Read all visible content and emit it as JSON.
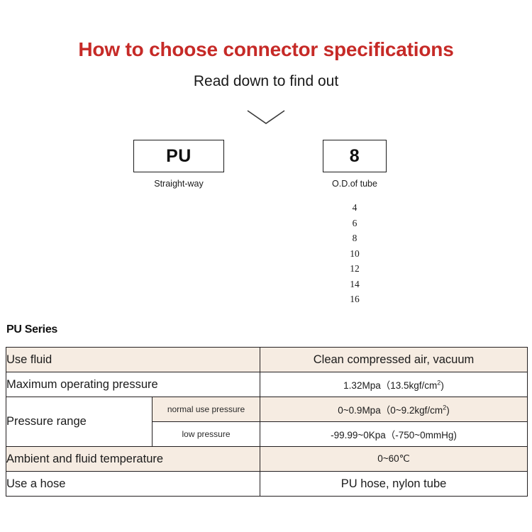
{
  "header": {
    "title": "How to choose connector specifications",
    "subtitle": "Read down to find out",
    "title_color": "#c62a27",
    "chevron_icon": "chevron-down-icon"
  },
  "code_breakdown": {
    "items": [
      {
        "code": "PU",
        "caption": "Straight-way"
      },
      {
        "code": "8",
        "caption": "O.D.of tube"
      }
    ],
    "tube_sizes": [
      "4",
      "6",
      "8",
      "10",
      "12",
      "14",
      "16"
    ]
  },
  "spec_section": {
    "heading": "PU Series",
    "row_shade_color": "#f6ece2",
    "rows": [
      {
        "label": "Use fluid",
        "value": "Clean compressed air, vacuum",
        "shaded": true,
        "value_size": "large"
      },
      {
        "label": "Maximum operating pressure",
        "value": "1.32Mpa（13.5kgf/cm²)",
        "value_number": "1.32Mpa（13.5kgf/cm",
        "value_sup": "2",
        "value_tail": ")",
        "shaded": false,
        "value_size": "small"
      },
      {
        "label": "Pressure range",
        "shaded": false,
        "sub_rows": [
          {
            "sub_label": "normal use pressure",
            "value": "0~0.9Mpa（0~9.2kgf/cm²)",
            "value_number": "0~0.9Mpa（0~9.2kgf/cm",
            "value_sup": "2",
            "value_tail": ")",
            "shaded": true
          },
          {
            "sub_label": "low pressure",
            "value": "-99.99~0Kpa（-750~0mmHg)",
            "shaded": false
          }
        ]
      },
      {
        "label": "Ambient and fluid temperature",
        "value": "0~60℃",
        "shaded": true,
        "value_size": "small"
      },
      {
        "label": "Use a hose",
        "value": "PU hose, nylon tube",
        "shaded": false,
        "value_size": "large"
      }
    ]
  }
}
